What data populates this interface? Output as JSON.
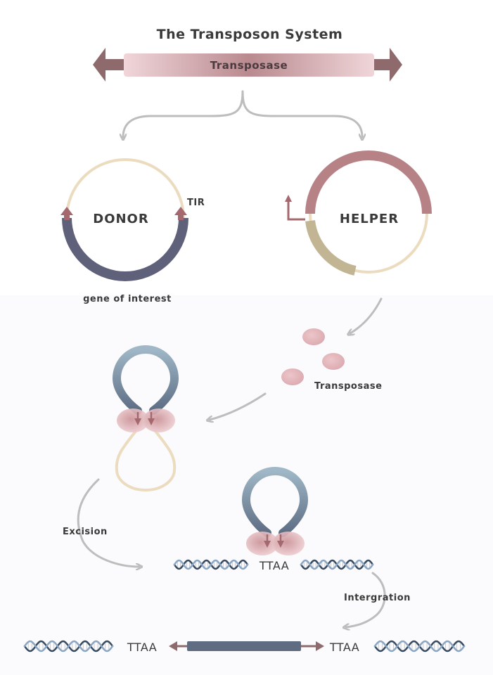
{
  "title": "The Transposon System",
  "transposase_bar_label": "Transposase",
  "donor": {
    "label": "DONOR",
    "tir_label": "TIR",
    "gene_label": "gene of interest"
  },
  "helper": {
    "label": "HELPER"
  },
  "transposase_proteins_label": "Transposase",
  "excision_label": "Excision",
  "integration_label": "Intergration",
  "target_site_label": "TTAA",
  "integrated_left_label": "TTAA",
  "integrated_right_label": "TTAA",
  "colors": {
    "mauve": "#b07d82",
    "dark_mauve": "#8e6064",
    "navy": "#5e6179",
    "cream": "#ecdcbf",
    "olive": "#c2b594",
    "blue_grey": "#8aa3b6",
    "protein": "#e3bcc1",
    "arrow_grey": "#bdbdbd"
  }
}
